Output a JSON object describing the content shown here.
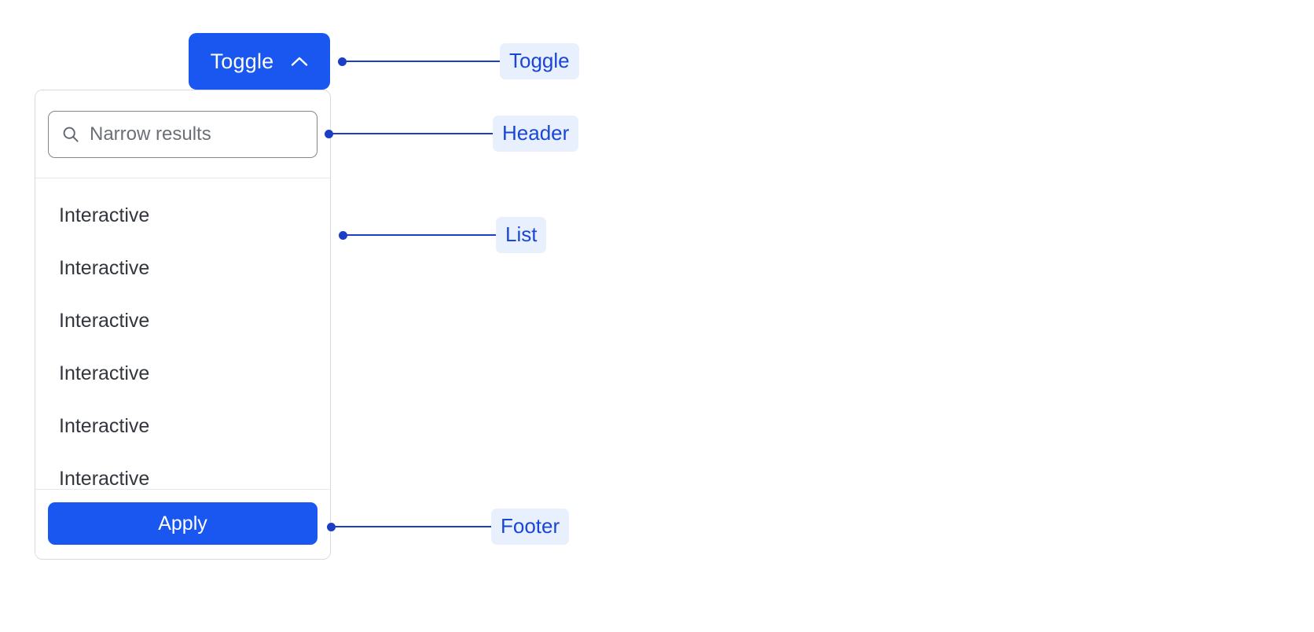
{
  "toggle": {
    "label": "Toggle",
    "icon": "chevron-up-icon",
    "background_color": "#1a56f0",
    "text_color": "#ffffff"
  },
  "panel": {
    "header": {
      "search": {
        "icon": "search-icon",
        "placeholder": "Narrow results",
        "value": ""
      }
    },
    "list": {
      "items": [
        {
          "label": "Interactive"
        },
        {
          "label": "Interactive"
        },
        {
          "label": "Interactive"
        },
        {
          "label": "Interactive"
        },
        {
          "label": "Interactive"
        },
        {
          "label": "Interactive"
        }
      ]
    },
    "footer": {
      "apply_label": "Apply",
      "apply_background_color": "#1a56f0",
      "apply_text_color": "#ffffff"
    }
  },
  "annotations": [
    {
      "label": "Toggle",
      "target": "toggle-button"
    },
    {
      "label": "Header",
      "target": "panel-header"
    },
    {
      "label": "List",
      "target": "panel-list"
    },
    {
      "label": "Footer",
      "target": "panel-footer"
    }
  ],
  "colors": {
    "accent": "#1a56f0",
    "annotation_text": "#1a46d6",
    "annotation_background": "#e8f0fe",
    "annotation_line": "#1a3fc4",
    "panel_border": "#d8dade",
    "divider": "#e6e8eb",
    "list_text": "#33373d",
    "placeholder_text": "#6b7078"
  }
}
